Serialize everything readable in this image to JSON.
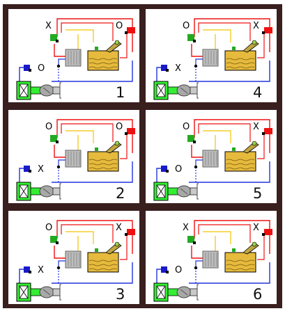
{
  "colors": {
    "frame": "#3a1f1f",
    "panel_bg": "#ffffff",
    "red_line": "#ee1111",
    "blue_line": "#2233dd",
    "yellow_line": "#f2c400",
    "green_valve": "#22aa22",
    "blue_valve": "#1a1acc",
    "red_valve": "#ee1111",
    "accumulator": "#33ee33",
    "cylinder": "#bdbdbd",
    "tank_fill": "#e6ba3c"
  },
  "panels": [
    {
      "number": "1",
      "valve_green": "X",
      "valve_red": "O",
      "valve_blue": "O"
    },
    {
      "number": "4",
      "valve_green": "O",
      "valve_red": "X",
      "valve_blue": "X"
    },
    {
      "number": "2",
      "valve_green": "O",
      "valve_red": "O",
      "valve_blue": "X"
    },
    {
      "number": "5",
      "valve_green": "O",
      "valve_red": "X",
      "valve_blue": "O"
    },
    {
      "number": "3",
      "valve_green": "O",
      "valve_red": "X",
      "valve_blue": "X"
    },
    {
      "number": "6",
      "valve_green": "X",
      "valve_red": "X",
      "valve_blue": "O"
    }
  ]
}
